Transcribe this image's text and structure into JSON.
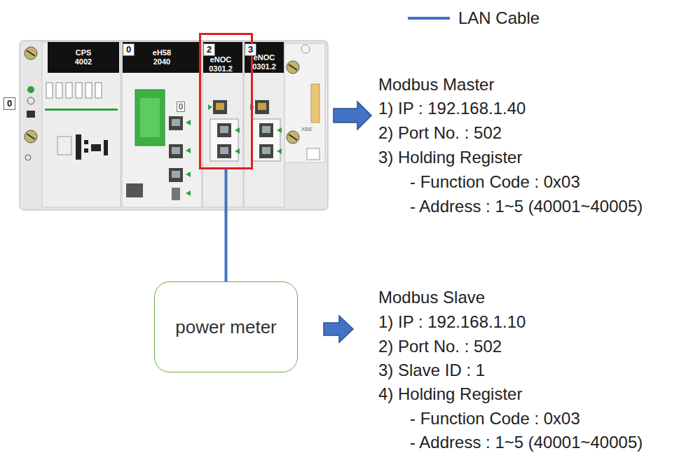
{
  "diagram": {
    "nodes": [
      {
        "text": [
          "2",
          "eNOC 0301.2"
        ]
      },
      {
        "text": [
          "power meter"
        ]
      }
    ],
    "edges": [
      {
        "from": 0,
        "to": 1,
        "arrow": "none"
      }
    ],
    "labels": [
      "0",
      "CPS 4002",
      "0",
      "eH58 2040",
      "0",
      "eNOC 0301.2",
      "3",
      "XBE",
      "Modbus Master",
      "1) IP : 192.168.1.40",
      "2) Port No. : 502",
      "3) Holding Register",
      "- Function Code : 0x03",
      "- Address : 1~5 (40001~40005)",
      "Modbus Slave",
      "1) IP : 192.168.1.10",
      "2) Port No. : 502",
      "3) Slave ID : 1",
      "4) Holding Register",
      "- Function Code : 0x03",
      "- Address : 1~5 (40001~40005)"
    ],
    "legend": [
      {
        "text": "LAN Cable"
      }
    ]
  }
}
